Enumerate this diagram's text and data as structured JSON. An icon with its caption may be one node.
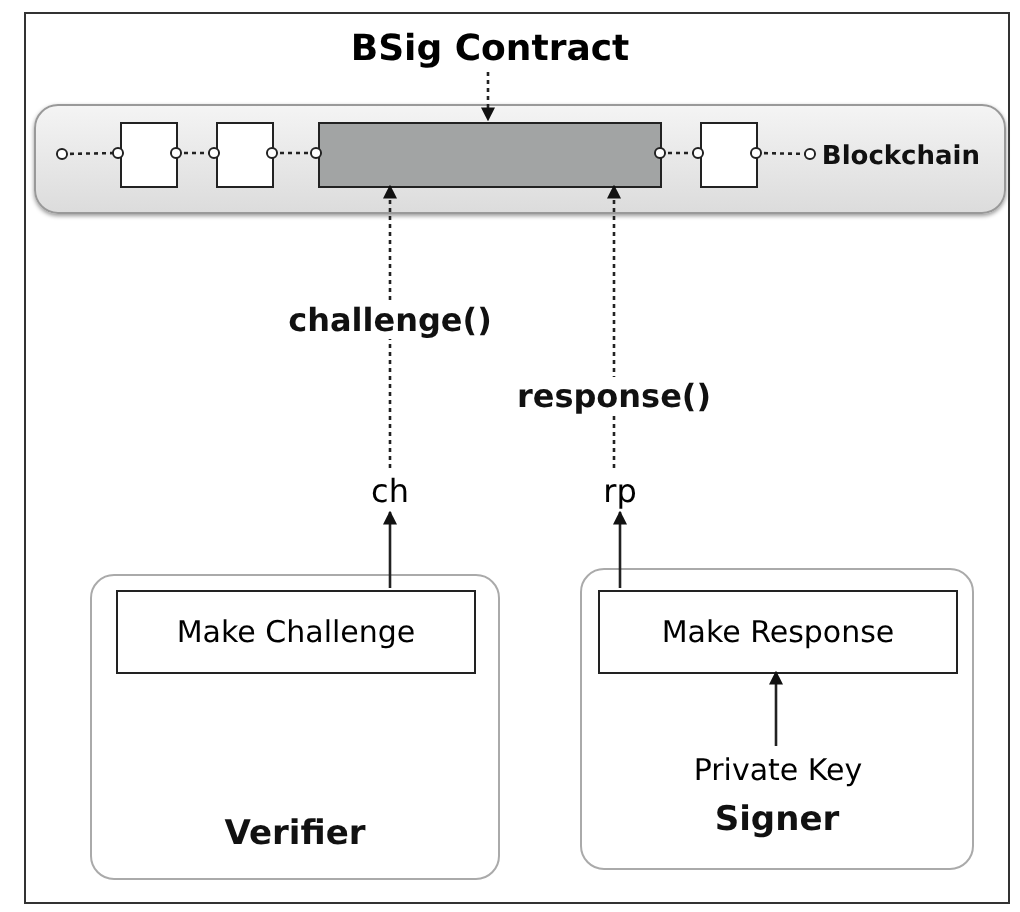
{
  "diagram": {
    "nodes": [
      {
        "text": [
          "BSig Contract"
        ]
      },
      {
        "text": [
          "Blockchain"
        ]
      },
      {
        "text": [],
        "shape": "box",
        "in": 1
      },
      {
        "text": [],
        "shape": "box",
        "in": 1
      },
      {
        "text": [],
        "shape": "box",
        "in": 1
      },
      {
        "text": [],
        "shape": "box",
        "in": 1
      },
      {
        "text": [
          "ch"
        ]
      },
      {
        "text": [
          "rp"
        ]
      },
      {
        "text": [
          "Verifier"
        ]
      },
      {
        "text": [
          "Make Challenge"
        ],
        "in": 8
      },
      {
        "text": [
          "Signer"
        ]
      },
      {
        "text": [
          "Make Response"
        ],
        "in": 10
      },
      {
        "text": [
          "Private Key"
        ],
        "in": 10
      }
    ],
    "edges": [
      {
        "from": 0,
        "to": 4,
        "arrow": "to",
        "style": "dashed"
      },
      {
        "from": null,
        "to": 2,
        "arrow": "other",
        "style": "dashed"
      },
      {
        "from": 2,
        "to": 3,
        "arrow": "other",
        "style": "dashed"
      },
      {
        "from": 3,
        "to": 4,
        "arrow": "other",
        "style": "dashed"
      },
      {
        "from": 4,
        "to": 5,
        "arrow": "other",
        "style": "dashed"
      },
      {
        "from": 5,
        "to": null,
        "arrow": "other",
        "style": "dashed"
      },
      {
        "from": 6,
        "to": 4,
        "arrow": "to",
        "style": "dashed",
        "label": "challenge()"
      },
      {
        "from": 7,
        "to": 4,
        "arrow": "to",
        "style": "dashed",
        "label": "response()"
      },
      {
        "from": 9,
        "to": 6,
        "arrow": "to"
      },
      {
        "from": 11,
        "to": 7,
        "arrow": "to"
      },
      {
        "from": 12,
        "to": 11,
        "arrow": "to"
      }
    ]
  }
}
